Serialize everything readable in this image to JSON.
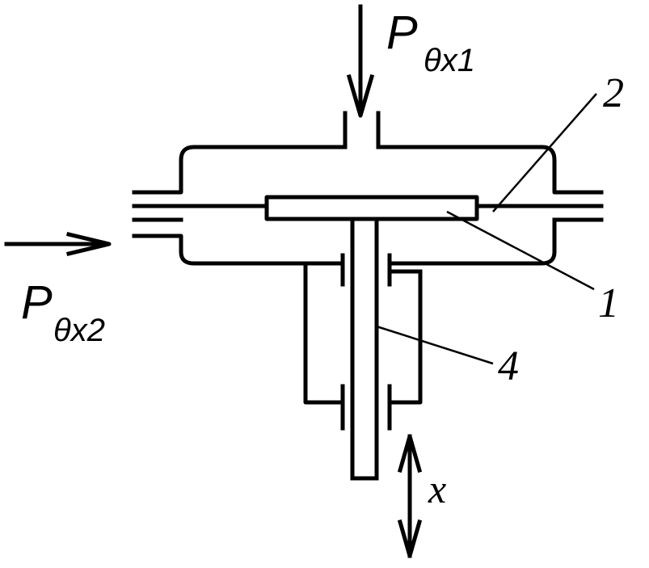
{
  "labels": {
    "p_in1": "P",
    "p_in1_sub": "θx1",
    "p_in2": "P",
    "p_in2_sub": "θx2",
    "n1": "1",
    "n2": "2",
    "n4": "4",
    "x": "x"
  },
  "colors": {
    "stroke": "#000000",
    "background": "#ffffff"
  }
}
